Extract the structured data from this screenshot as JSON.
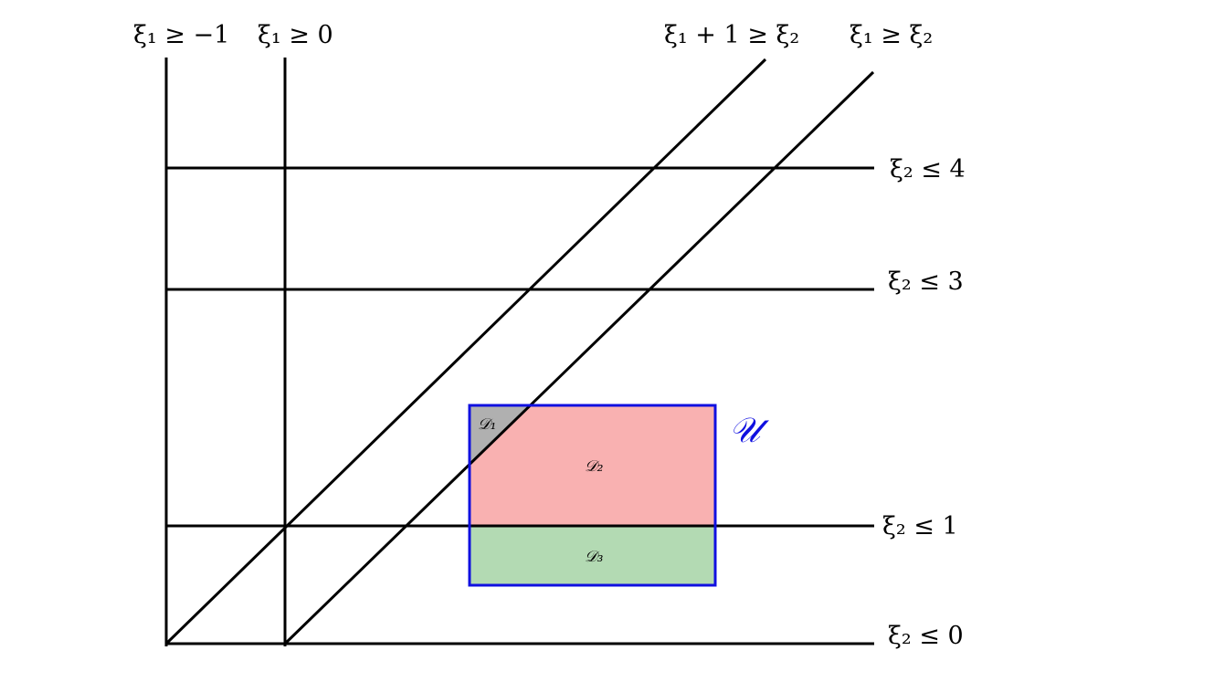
{
  "labels": {
    "v_left": "ξ₁ ≥ −1",
    "v_right": "ξ₁ ≥ 0",
    "d_left": "ξ₁ + 1 ≥ ξ₂",
    "d_right": "ξ₁ ≥ ξ₂",
    "h4": "ξ₂ ≤ 4",
    "h3": "ξ₂ ≤ 3",
    "h1": "ξ₂ ≤ 1",
    "h0": "ξ₂ ≤ 0"
  },
  "regions": {
    "u": "𝒰",
    "d1": "𝒟₁",
    "d2": "𝒟₂",
    "d3": "𝒟₃"
  },
  "colors": {
    "d1": "#b0b0b0",
    "d2": "#f9b1b1",
    "d3": "#b3dab3",
    "u_border": "#1010e0"
  }
}
